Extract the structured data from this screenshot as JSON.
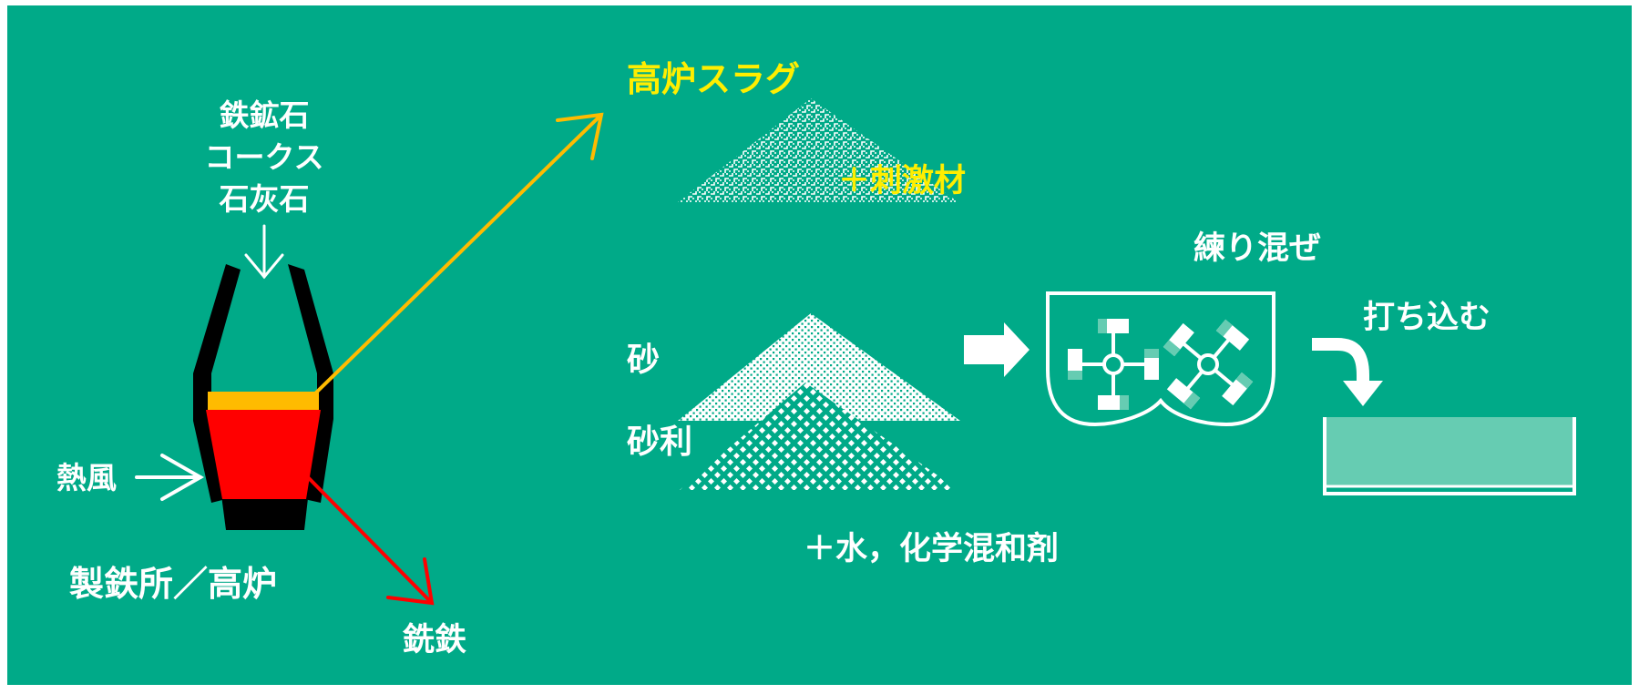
{
  "colors": {
    "background": "#00aa88",
    "slag": "#ffbb00",
    "molten": "#ff0000",
    "furnace": "#000000",
    "slag_label": "#ffee00",
    "mold_fill": "#66ccb2",
    "white": "#ffffff"
  },
  "furnace": {
    "inputs": [
      "鉄鉱石",
      "コークス",
      "石灰石"
    ],
    "hot_air": "熱風",
    "caption": "製鉄所／高炉",
    "pig_iron": "銑鉄"
  },
  "slag": {
    "title": "高炉スラグ",
    "activator": "＋刺激材"
  },
  "aggregates": {
    "sand": "砂",
    "gravel": "砂利",
    "additives": "＋水，化学混和剤"
  },
  "process": {
    "mixing": "練り混ぜ",
    "casting": "打ち込む"
  },
  "icons": {
    "slag_arrow": "arrow-up-right-icon",
    "iron_arrow": "arrow-down-right-icon",
    "input_arrow": "arrow-down-icon",
    "air_arrow": "arrow-right-icon",
    "process_arrow": "block-arrow-right-icon",
    "mixer": "twin-shaft-mixer-icon",
    "curve_arrow": "curved-arrow-down-icon",
    "mold": "mold-tray-icon"
  }
}
